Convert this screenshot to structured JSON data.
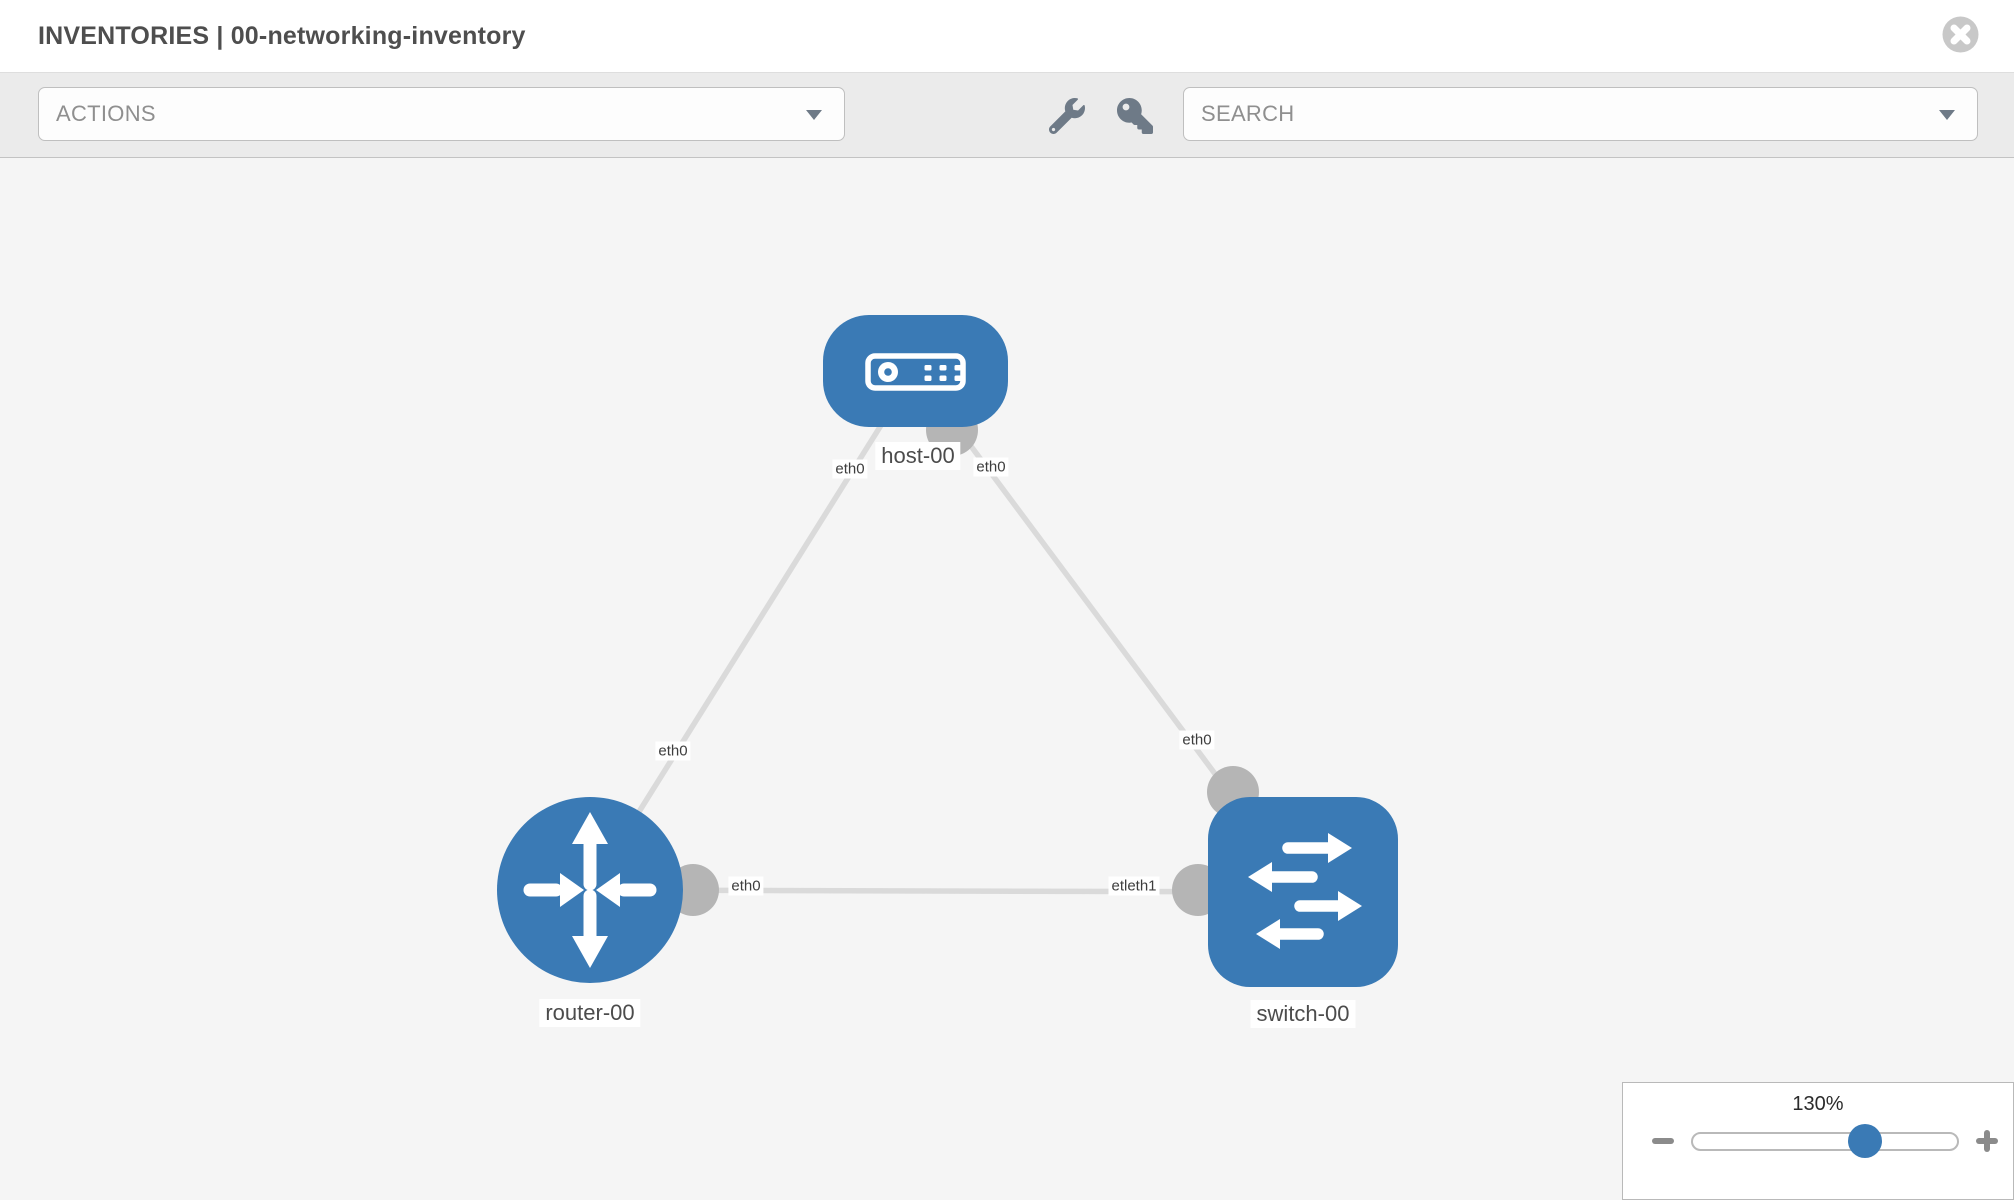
{
  "header": {
    "title": "INVENTORIES | 00-networking-inventory"
  },
  "toolbar": {
    "actions_label": "ACTIONS",
    "search_placeholder": "SEARCH"
  },
  "icons": {
    "close": "circle-x",
    "tools": "wrench",
    "credentials": "key",
    "dropdown_caret": "chevron-down",
    "zoom_out": "minus",
    "zoom_in": "plus"
  },
  "topology": {
    "nodes": [
      {
        "id": "host-00",
        "type": "host",
        "label": "host-00"
      },
      {
        "id": "router-00",
        "type": "router",
        "label": "router-00"
      },
      {
        "id": "switch-00",
        "type": "switch",
        "label": "switch-00"
      }
    ],
    "links": [
      {
        "from": "router-00",
        "to": "host-00",
        "labels": [
          {
            "text": "eth0"
          },
          {
            "text": "eth0"
          }
        ]
      },
      {
        "from": "host-00",
        "to": "switch-00",
        "labels": [
          {
            "text": "eth0"
          },
          {
            "text": "eth0"
          }
        ]
      },
      {
        "from": "router-00",
        "to": "switch-00",
        "labels": [
          {
            "text": "eth0"
          },
          {
            "text": "etleth1"
          }
        ]
      }
    ]
  },
  "zoom_panel": {
    "level": "130%"
  },
  "colors": {
    "node_blue": "#3a7ab5",
    "port_gray": "#b5b5b5",
    "link_gray": "#dadada",
    "canvas_bg": "#f5f5f5",
    "toolbar_bg": "#ebebeb",
    "icon_slate": "#6e7a87"
  }
}
